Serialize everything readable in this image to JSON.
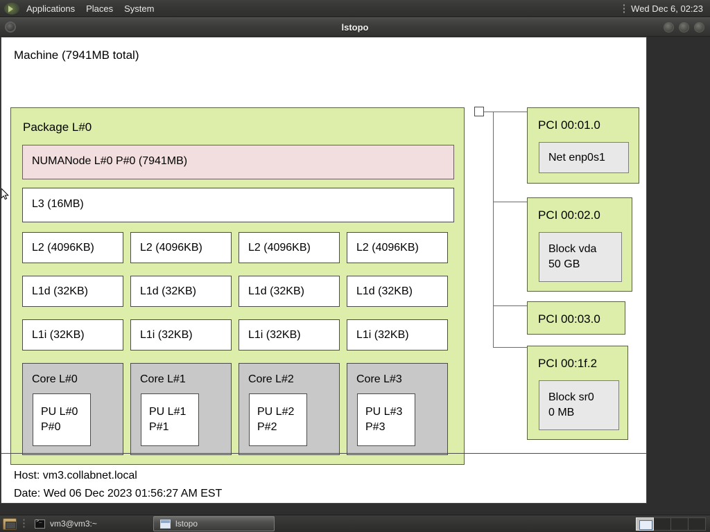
{
  "panel": {
    "logo_icon": "gnome-foot-icon",
    "menus": [
      "Applications",
      "Places",
      "System"
    ],
    "clock": "Wed Dec  6, 02:23"
  },
  "window": {
    "title": "lstopo",
    "icon": "window-menu-icon",
    "buttons": [
      "minimize-button",
      "maximize-button",
      "close-button"
    ]
  },
  "topology": {
    "machine_label": "Machine (7941MB total)",
    "package": {
      "label": "Package L#0",
      "numanode": "NUMANode L#0 P#0 (7941MB)",
      "l3": "L3 (16MB)",
      "l2": [
        "L2 (4096KB)",
        "L2 (4096KB)",
        "L2 (4096KB)",
        "L2 (4096KB)"
      ],
      "l1d": [
        "L1d (32KB)",
        "L1d (32KB)",
        "L1d (32KB)",
        "L1d (32KB)"
      ],
      "l1i": [
        "L1i (32KB)",
        "L1i (32KB)",
        "L1i (32KB)",
        "L1i (32KB)"
      ],
      "cores": [
        {
          "label": "Core L#0",
          "pu_l": "PU L#0",
          "pu_p": "P#0"
        },
        {
          "label": "Core L#1",
          "pu_l": "PU L#1",
          "pu_p": "P#1"
        },
        {
          "label": "Core L#2",
          "pu_l": "PU L#2",
          "pu_p": "P#2"
        },
        {
          "label": "Core L#3",
          "pu_l": "PU L#3",
          "pu_p": "P#3"
        }
      ]
    },
    "pci": [
      {
        "label": "PCI 00:01.0",
        "dev_line1": "Net enp0s1",
        "dev_line2": ""
      },
      {
        "label": "PCI 00:02.0",
        "dev_line1": "Block vda",
        "dev_line2": "50 GB"
      },
      {
        "label": "PCI 00:03.0",
        "dev_line1": "",
        "dev_line2": ""
      },
      {
        "label": "PCI 00:1f.2",
        "dev_line1": "Block sr0",
        "dev_line2": "0 MB"
      }
    ],
    "footer": {
      "host": "Host: vm3.collabnet.local",
      "date": "Date: Wed 06 Dec 2023 01:56:27 AM EST"
    }
  },
  "taskbar": {
    "show_desktop_icon": "show-desktop-icon",
    "tasks": [
      {
        "label": "vm3@vm3:~",
        "icon": "terminal-icon",
        "active": false
      },
      {
        "label": "lstopo",
        "icon": "window-icon",
        "active": true
      }
    ],
    "workspaces": 4,
    "active_workspace": 1
  },
  "colors": {
    "package_green": "#ddeeaa",
    "numanode_pink": "#f2dede",
    "core_gray": "#c8c8c8",
    "device_gray": "#e8e8e8",
    "box_border": "#4a4a48",
    "green_border": "#54613a"
  }
}
